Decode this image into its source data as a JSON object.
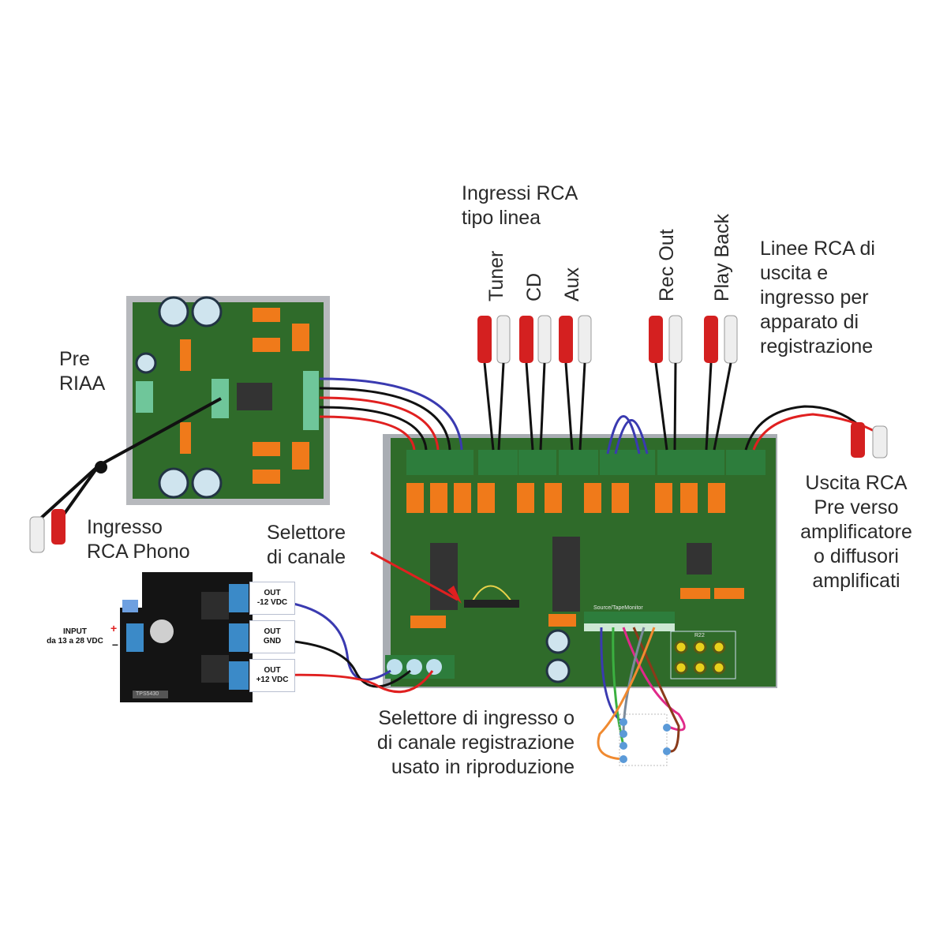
{
  "labels": {
    "line_inputs": [
      "Ingressi RCA",
      "tipo linea"
    ],
    "tuner": "Tuner",
    "cd": "CD",
    "aux": "Aux",
    "rec_out": "Rec Out",
    "play_back": "Play Back",
    "rec_lines": [
      "Linee RCA di",
      "uscita e",
      "ingresso per",
      "apparato di",
      "registrazione"
    ],
    "pre_riaa": [
      "Pre",
      "RIAA"
    ],
    "phono_input": [
      "Ingresso",
      "RCA Phono"
    ],
    "channel_selector": [
      "Selettore",
      "di canale"
    ],
    "output": [
      "Uscita RCA",
      "Pre verso",
      "amplificatore",
      "o diffusori",
      "amplificati"
    ],
    "input_selector": [
      "Selettore di ingresso o",
      "di canale registrazione",
      "usato in riproduzione"
    ]
  },
  "power_module": {
    "input": [
      "INPUT",
      "da 13 a 28 VDC"
    ],
    "out_neg": [
      "OUT",
      "-12 VDC"
    ],
    "out_gnd": [
      "OUT",
      "GND"
    ],
    "out_pos": [
      "OUT",
      "+12 VDC"
    ],
    "board_name": "TPS5430"
  },
  "main_board": {
    "connector_label": "Source/TapeMonitor",
    "jumper_label": "R22"
  },
  "colors": {
    "pcb_green": "#2f6b2a",
    "relay_orange": "#f07a1a",
    "terminal_blue": "#4aa3c8",
    "wire_red": "#e02020",
    "wire_blue": "#3a3ab0"
  }
}
